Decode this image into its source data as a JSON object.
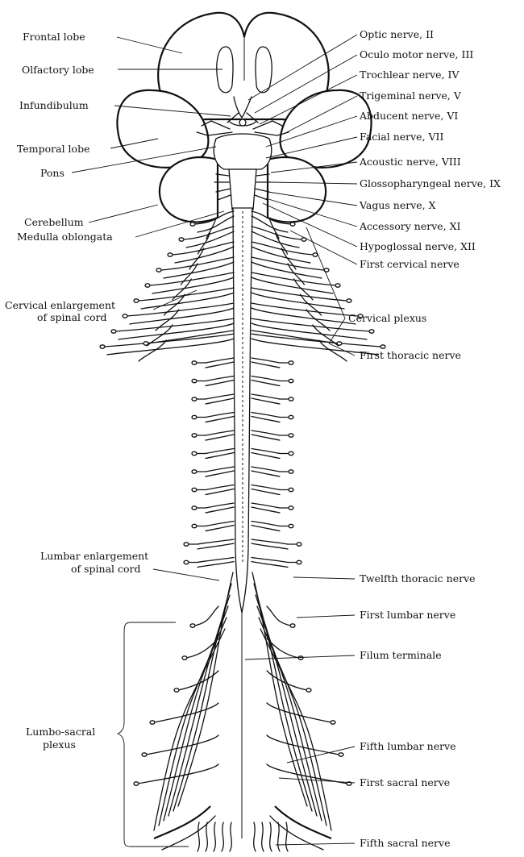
{
  "labels_left": [
    {
      "id": "frontal-lobe",
      "text": "Frontal lobe"
    },
    {
      "id": "olfactory-lobe",
      "text": "Olfactory lobe"
    },
    {
      "id": "infundibulum",
      "text": "Infundibulum"
    },
    {
      "id": "temporal-lobe",
      "text": "Temporal lobe"
    },
    {
      "id": "pons",
      "text": "Pons"
    },
    {
      "id": "cerebellum",
      "text": "Cerebellum"
    },
    {
      "id": "medulla-oblongata",
      "text": "Medulla oblongata"
    },
    {
      "id": "cervical-enlargement",
      "text": "Cervical enlargement"
    },
    {
      "id": "cervical-enlargement-2",
      "text": "of spinal cord"
    },
    {
      "id": "lumbar-enlargement",
      "text": "Lumbar enlargement"
    },
    {
      "id": "lumbar-enlargement-2",
      "text": "of spinal cord"
    },
    {
      "id": "lumbo-sacral",
      "text": "Lumbo-sacral"
    },
    {
      "id": "lumbo-sacral-2",
      "text": "plexus"
    }
  ],
  "labels_right": [
    {
      "id": "optic-nerve",
      "text": "Optic nerve, II"
    },
    {
      "id": "oculomotor-nerve",
      "text": "Oculo motor nerve, III"
    },
    {
      "id": "trochlear-nerve",
      "text": "Trochlear nerve, IV"
    },
    {
      "id": "trigeminal-nerve",
      "text": "Trigeminal nerve, V"
    },
    {
      "id": "abducent-nerve",
      "text": "Abducent nerve, VI"
    },
    {
      "id": "facial-nerve",
      "text": "Facial nerve, VII"
    },
    {
      "id": "acoustic-nerve",
      "text": "Acoustic nerve, VIII"
    },
    {
      "id": "glossopharyngeal-nerve",
      "text": "Glossopharyngeal nerve, IX"
    },
    {
      "id": "vagus-nerve",
      "text": "Vagus nerve, X"
    },
    {
      "id": "accessory-nerve",
      "text": "Accessory nerve, XI"
    },
    {
      "id": "hypoglossal-nerve",
      "text": "Hypoglossal nerve, XII"
    },
    {
      "id": "first-cervical-nerve",
      "text": "First cervical nerve"
    },
    {
      "id": "cervical-plexus",
      "text": "Cervical plexus"
    },
    {
      "id": "first-thoracic-nerve",
      "text": "First thoracic nerve"
    },
    {
      "id": "twelfth-thoracic-nerve",
      "text": "Twelfth thoracic nerve"
    },
    {
      "id": "first-lumbar-nerve",
      "text": "First lumbar nerve"
    },
    {
      "id": "filum-terminale",
      "text": "Filum terminale"
    },
    {
      "id": "fifth-lumbar-nerve",
      "text": "Fifth lumbar nerve"
    },
    {
      "id": "first-sacral-nerve",
      "text": "First sacral nerve"
    },
    {
      "id": "fifth-sacral-nerve",
      "text": "Fifth sacral nerve"
    }
  ]
}
